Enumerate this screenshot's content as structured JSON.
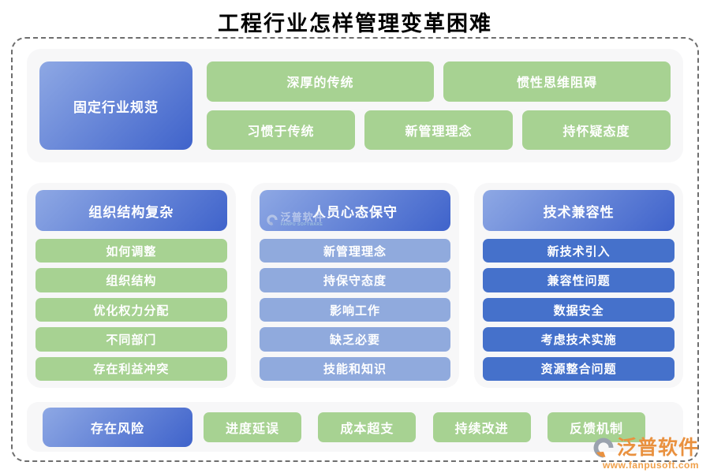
{
  "title": "工程行业怎样管理变革困难",
  "colors": {
    "blue_gradient_start": "#8ea8e4",
    "blue_gradient_end": "#3f63cb",
    "green": "#a7d292",
    "light_blue_item": "#90aadd",
    "blue_item": "#4571cb",
    "panel_bg": "#f7f7f8",
    "logo_orange": "#e9913f"
  },
  "top_section": {
    "main": "固定行业规范",
    "row1": [
      "深厚的传统",
      "惯性思维阻碍"
    ],
    "row2": [
      "习惯于传统",
      "新管理理念",
      "持怀疑态度"
    ]
  },
  "columns": [
    {
      "header": "组织结构复杂",
      "items": [
        "如何调整",
        "组织结构",
        "优化权力分配",
        "不同部门",
        "存在利益冲突"
      ]
    },
    {
      "header": "人员心态保守",
      "items": [
        "新管理理念",
        "持保守态度",
        "影响工作",
        "缺乏必要",
        "技能和知识"
      ]
    },
    {
      "header": "技术兼容性",
      "items": [
        "新技术引入",
        "兼容性问题",
        "数据安全",
        "考虑技术实施",
        "资源整合问题"
      ]
    }
  ],
  "bottom_section": {
    "main": "存在风险",
    "items": [
      "进度延误",
      "成本超支",
      "持续改进",
      "反馈机制"
    ]
  },
  "watermark": {
    "name": "泛普软件",
    "sub": "FANPU SOFTWARE"
  },
  "logo": {
    "name": "泛普软件",
    "url": "www.fanpusoft.com"
  }
}
